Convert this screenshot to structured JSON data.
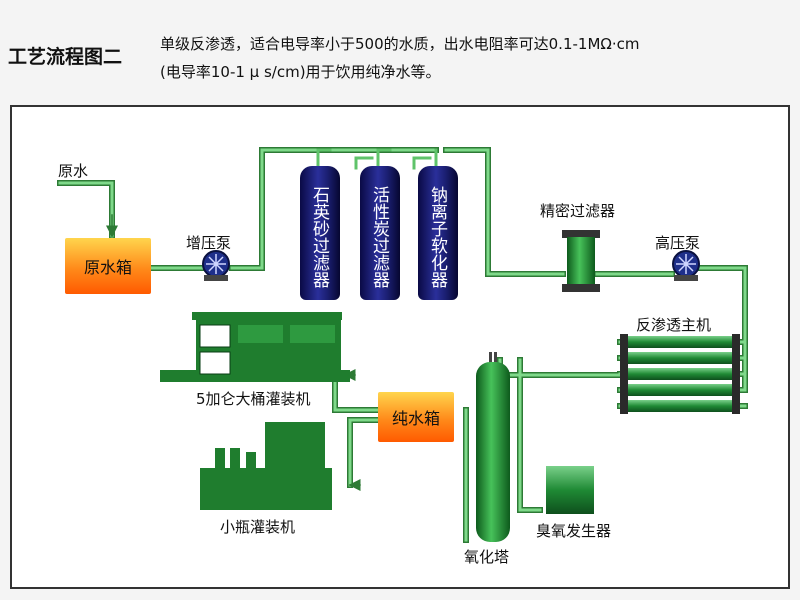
{
  "header": {
    "title": "工艺流程图二",
    "line1": "单级反渗透，适合电导率小于500的水质，出水电阻率可达0.1-1MΩ·cm",
    "line2": "(电导率10-1 μ s/cm)用于饮用纯净水等。"
  },
  "labels": {
    "raw_water": "原水",
    "raw_tank": "原水箱",
    "booster_pump": "增压泵",
    "sand_filter": "石英砂过滤器",
    "carbon_filter": "活性炭过滤器",
    "softener": "钠离子软化器",
    "precision_filter": "精密过滤器",
    "high_pump": "高压泵",
    "ro_unit": "反渗透主机",
    "pure_tank": "纯水箱",
    "ozone_tower": "氧化塔",
    "ozone_gen": "臭氧发生器",
    "barrel_filler": "5加仑大桶灌装机",
    "bottle_filler": "小瓶灌装机"
  },
  "colors": {
    "pipe": "#5fc36a",
    "pipe_edge": "#2d7a35",
    "tank_top": "#ffd54d",
    "tank_bottom": "#ff5a00",
    "column": "#1a1e6f",
    "machine": "#1f7d2e",
    "pump": "#1e2f8a"
  }
}
